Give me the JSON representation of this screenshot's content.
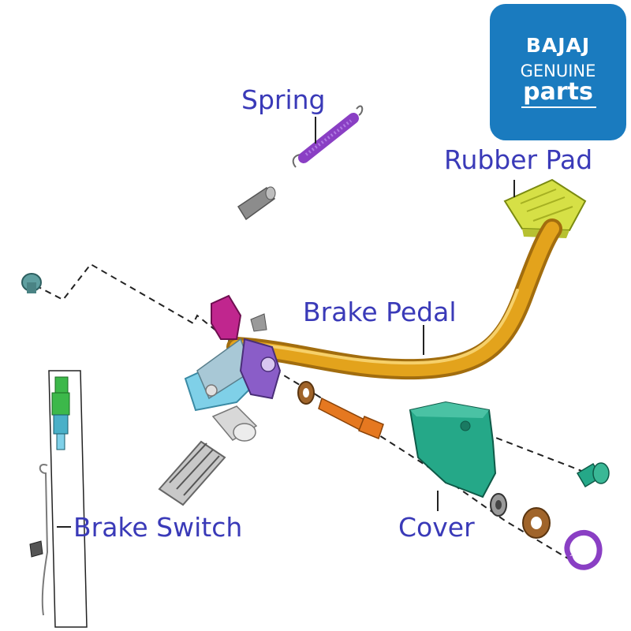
{
  "labels": {
    "spring": "Spring",
    "rubber_pad": "Rubber Pad",
    "brake_pedal": "Brake Pedal",
    "brake_switch": "Brake Switch",
    "cover": "Cover"
  },
  "logo": {
    "brand": "BAJAJ",
    "line2": "GENUINE",
    "line3": "parts"
  },
  "colors": {
    "label_text": "#3a3ab8",
    "logo_background": "#1a7bbf",
    "pedal_arm": "#e3a31c",
    "rubber_pad": "#d6e046",
    "spring": "#8a3fc4",
    "cover": "#25a888",
    "bracket_magenta": "#c0268e",
    "bracket_purple": "#8a5dc8",
    "bolt_orange": "#e57820",
    "washer_brown": "#a0642a"
  }
}
